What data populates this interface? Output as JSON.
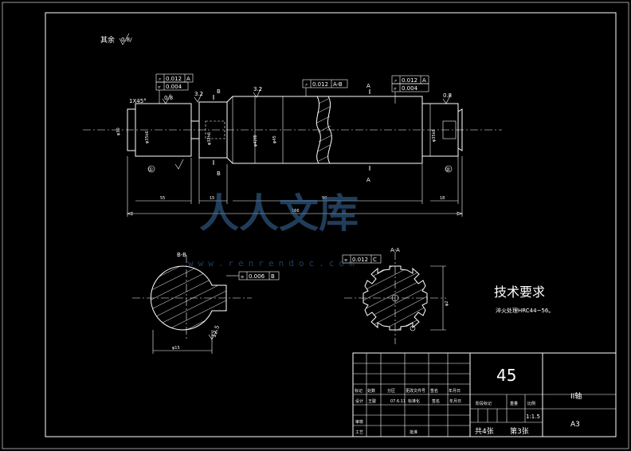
{
  "labels": {
    "roughness_note": "其余",
    "roughness_note_value": "0.8/",
    "tech_title": "技术要求",
    "tech_body": "淬火处理HRC44~56。",
    "section_bb": "B-B",
    "section_aa": "A-A",
    "cut_a": "A",
    "cut_b": "B",
    "chamfer": "1X45°"
  },
  "tolerances": {
    "left_runout": "0.012",
    "left_runout_ref": "A",
    "left_cyl": "0.004",
    "mid_runout": "0.012",
    "mid_runout_ref": "A-B",
    "right_runout": "0.012",
    "right_runout_ref": "A",
    "right_cyl": "0.004",
    "bb_sym": "0.006",
    "bb_sym_ref": "B",
    "aa_sym": "0.012",
    "aa_sym_ref": "C"
  },
  "roughness": {
    "r1": "0.8",
    "r2": "3.2",
    "r3": "3.2",
    "r4": "0.8",
    "r5": "12.5"
  },
  "dimensions": {
    "d1": "55",
    "d2": "15",
    "d3": "90",
    "d4": "18",
    "total": "166",
    "bb_width": "φ15",
    "aa_dia": "φ2"
  },
  "title_block": {
    "material": "45",
    "part_name": "II轴",
    "paper_size": "A3",
    "scale": "1:1.5",
    "sheets_total": "共4张",
    "sheet_no": "第3张",
    "col_mark": "标记",
    "col_count": "处数",
    "col_zone": "分区",
    "col_change": "更改文件号",
    "col_sign": "签名",
    "col_date": "年月日",
    "row_design": "设计",
    "row_review": "审核",
    "row_process": "工艺",
    "designer": "王骏",
    "design_date": "07.6.11",
    "std": "标准化",
    "approve": "批准",
    "stage_mark": "阶段标记",
    "weight": "重量",
    "scale_label": "比例"
  },
  "watermark": {
    "logo_text": "人人文库",
    "url": "www.renrendoc.com"
  }
}
